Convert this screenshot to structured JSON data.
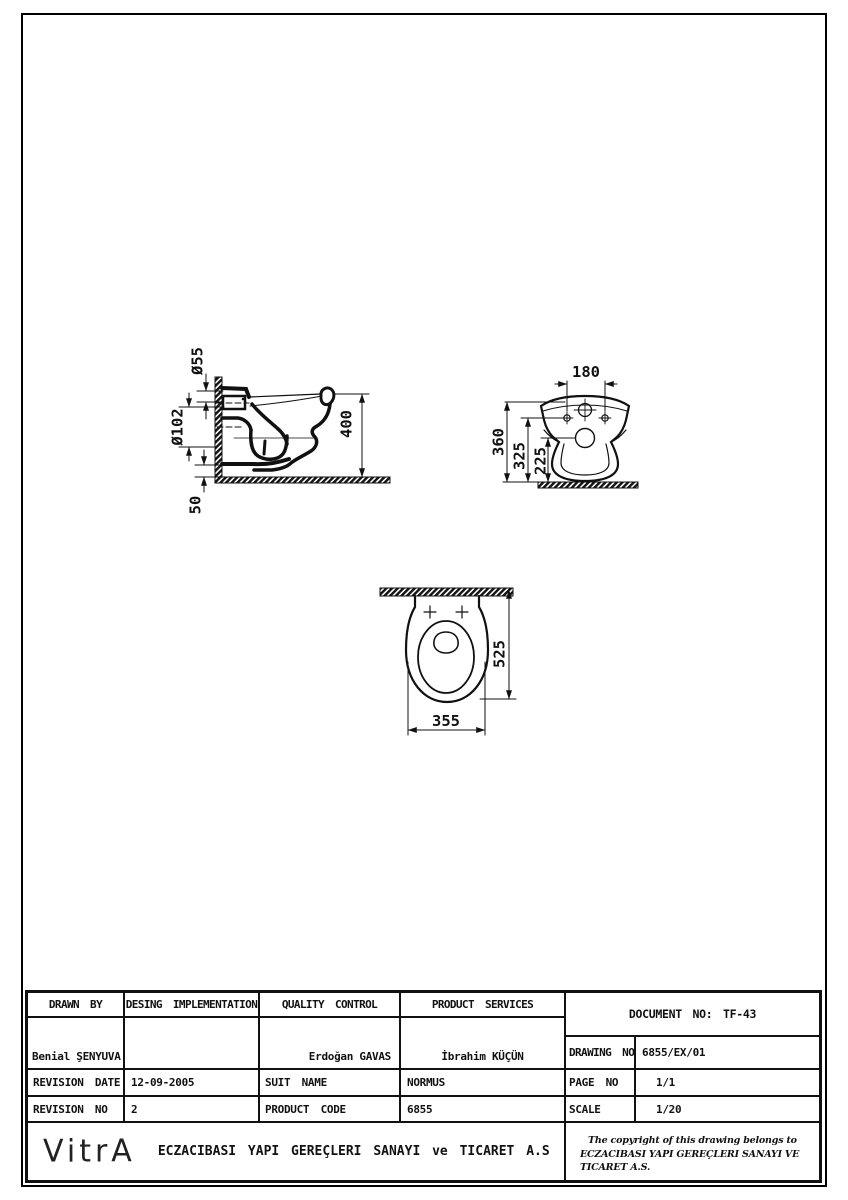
{
  "drawing": {
    "side_view": {
      "dim_fixing_diameter": "Ø55",
      "dim_outlet_diameter": "Ø102",
      "dim_height": "400",
      "dim_floor_clearance": "50"
    },
    "front_view": {
      "dim_hole_spacing": "180",
      "dim_total_height": "360",
      "dim_hole_height": "325",
      "dim_outlet_height": "225"
    },
    "top_view": {
      "dim_depth": "525",
      "dim_width": "355"
    }
  },
  "title_block": {
    "drawn_by": {
      "label": "DRAWN BY",
      "value": "Benial ŞENYUVA"
    },
    "design_implementation": {
      "label": "DESING IMPLEMENTATION",
      "value": ""
    },
    "quality_control": {
      "label": "QUALITY CONTROL",
      "value": "Erdoğan GAVAS"
    },
    "product_services": {
      "label": "PRODUCT SERVICES",
      "value": "İbrahim KÜÇÜN"
    },
    "revision_date": {
      "label": "REVISION DATE",
      "value": "12-09-2005"
    },
    "suit_name": {
      "label": "SUIT NAME",
      "value": "NORMUS"
    },
    "revision_no": {
      "label": "REVISION NO",
      "value": "2"
    },
    "product_code": {
      "label": "PRODUCT CODE",
      "value": "6855"
    },
    "document_no": "DOCUMENT NO: TF-43",
    "drawing_no": {
      "label": "DRAWING NO",
      "value": "6855/EX/01"
    },
    "page_no": {
      "label": "PAGE NO",
      "value": "1/1"
    },
    "scale": {
      "label": "SCALE",
      "value": "1/20"
    }
  },
  "footer": {
    "logo": "VitrA",
    "company": "ECZACIBASI YAPI GEREÇLERI SANAYI ve TICARET A.S",
    "copyright_line1": "The copyright of this drawing belongs to",
    "copyright_line2": "ECZACIBASI YAPI GEREÇLERI SANAYI VE",
    "copyright_line3": "TICARET A.S."
  }
}
